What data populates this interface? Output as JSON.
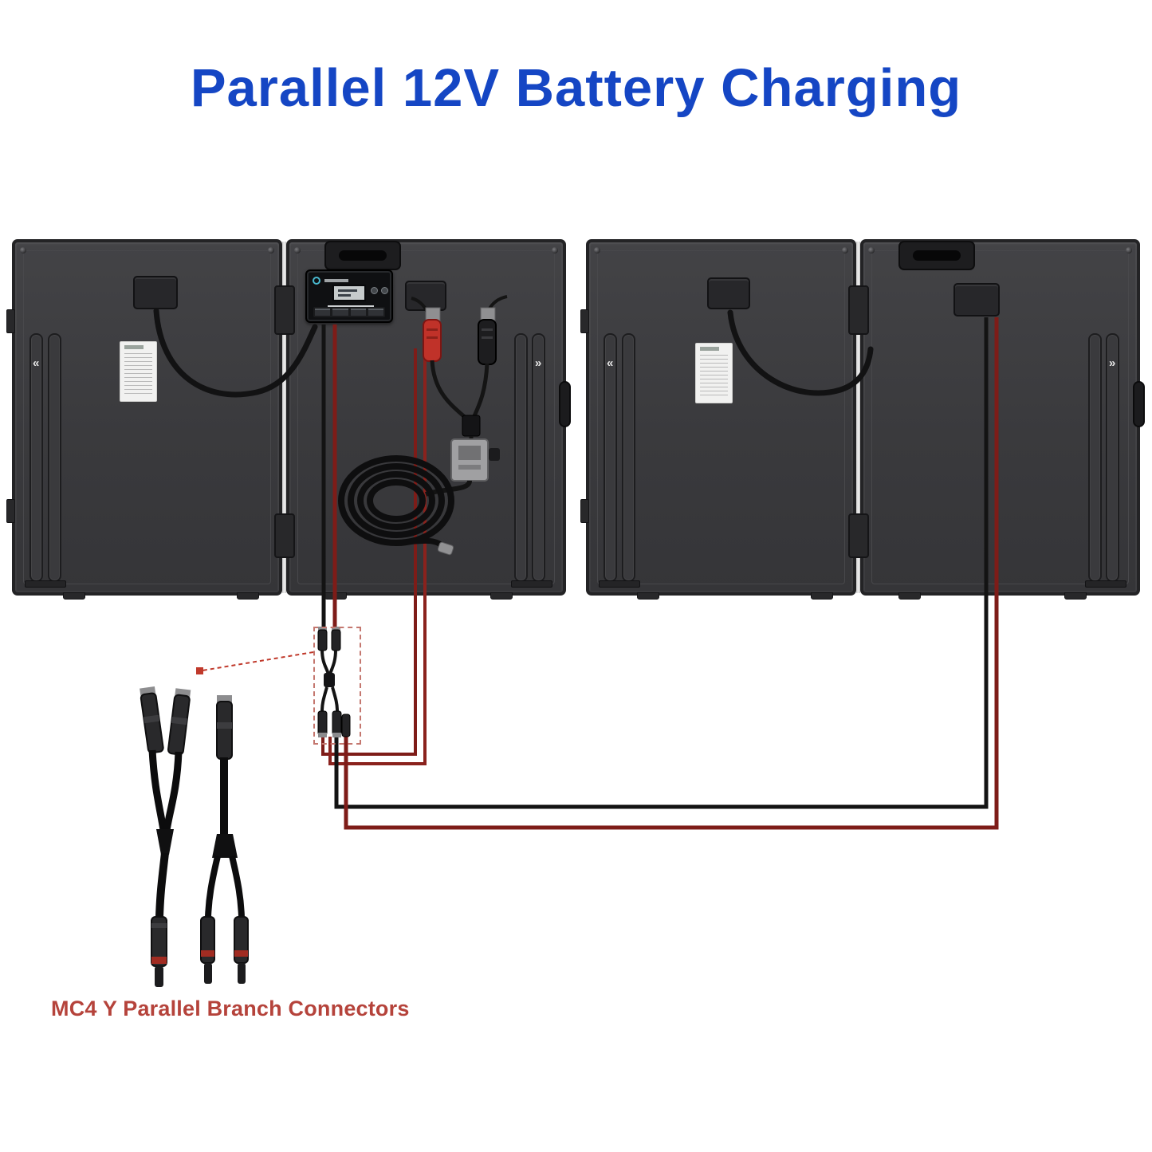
{
  "title": {
    "text": "Parallel 12V Battery Charging",
    "color": "#1546c4"
  },
  "caption": {
    "text": "MC4 Y Parallel Branch Connectors",
    "color": "#b5433b"
  },
  "palette": {
    "panel_body": "#3b3b3e",
    "panel_frame": "#232325",
    "hinge_light": "#eeeeee",
    "wire_black": "#141414",
    "wire_red": "#7e1c18",
    "clip_red": "#c03229",
    "clip_black": "#1d1d1f",
    "connector_gray": "#a0a0a2",
    "highlight_dash": "#c4776f"
  },
  "components": [
    "foldable-solar-panel-left",
    "foldable-solar-panel-right",
    "solar-charge-controller",
    "battery-clamp-red",
    "battery-clamp-black",
    "anderson-connector",
    "coiled-extension-cable",
    "mc4-y-branch-connectors"
  ]
}
